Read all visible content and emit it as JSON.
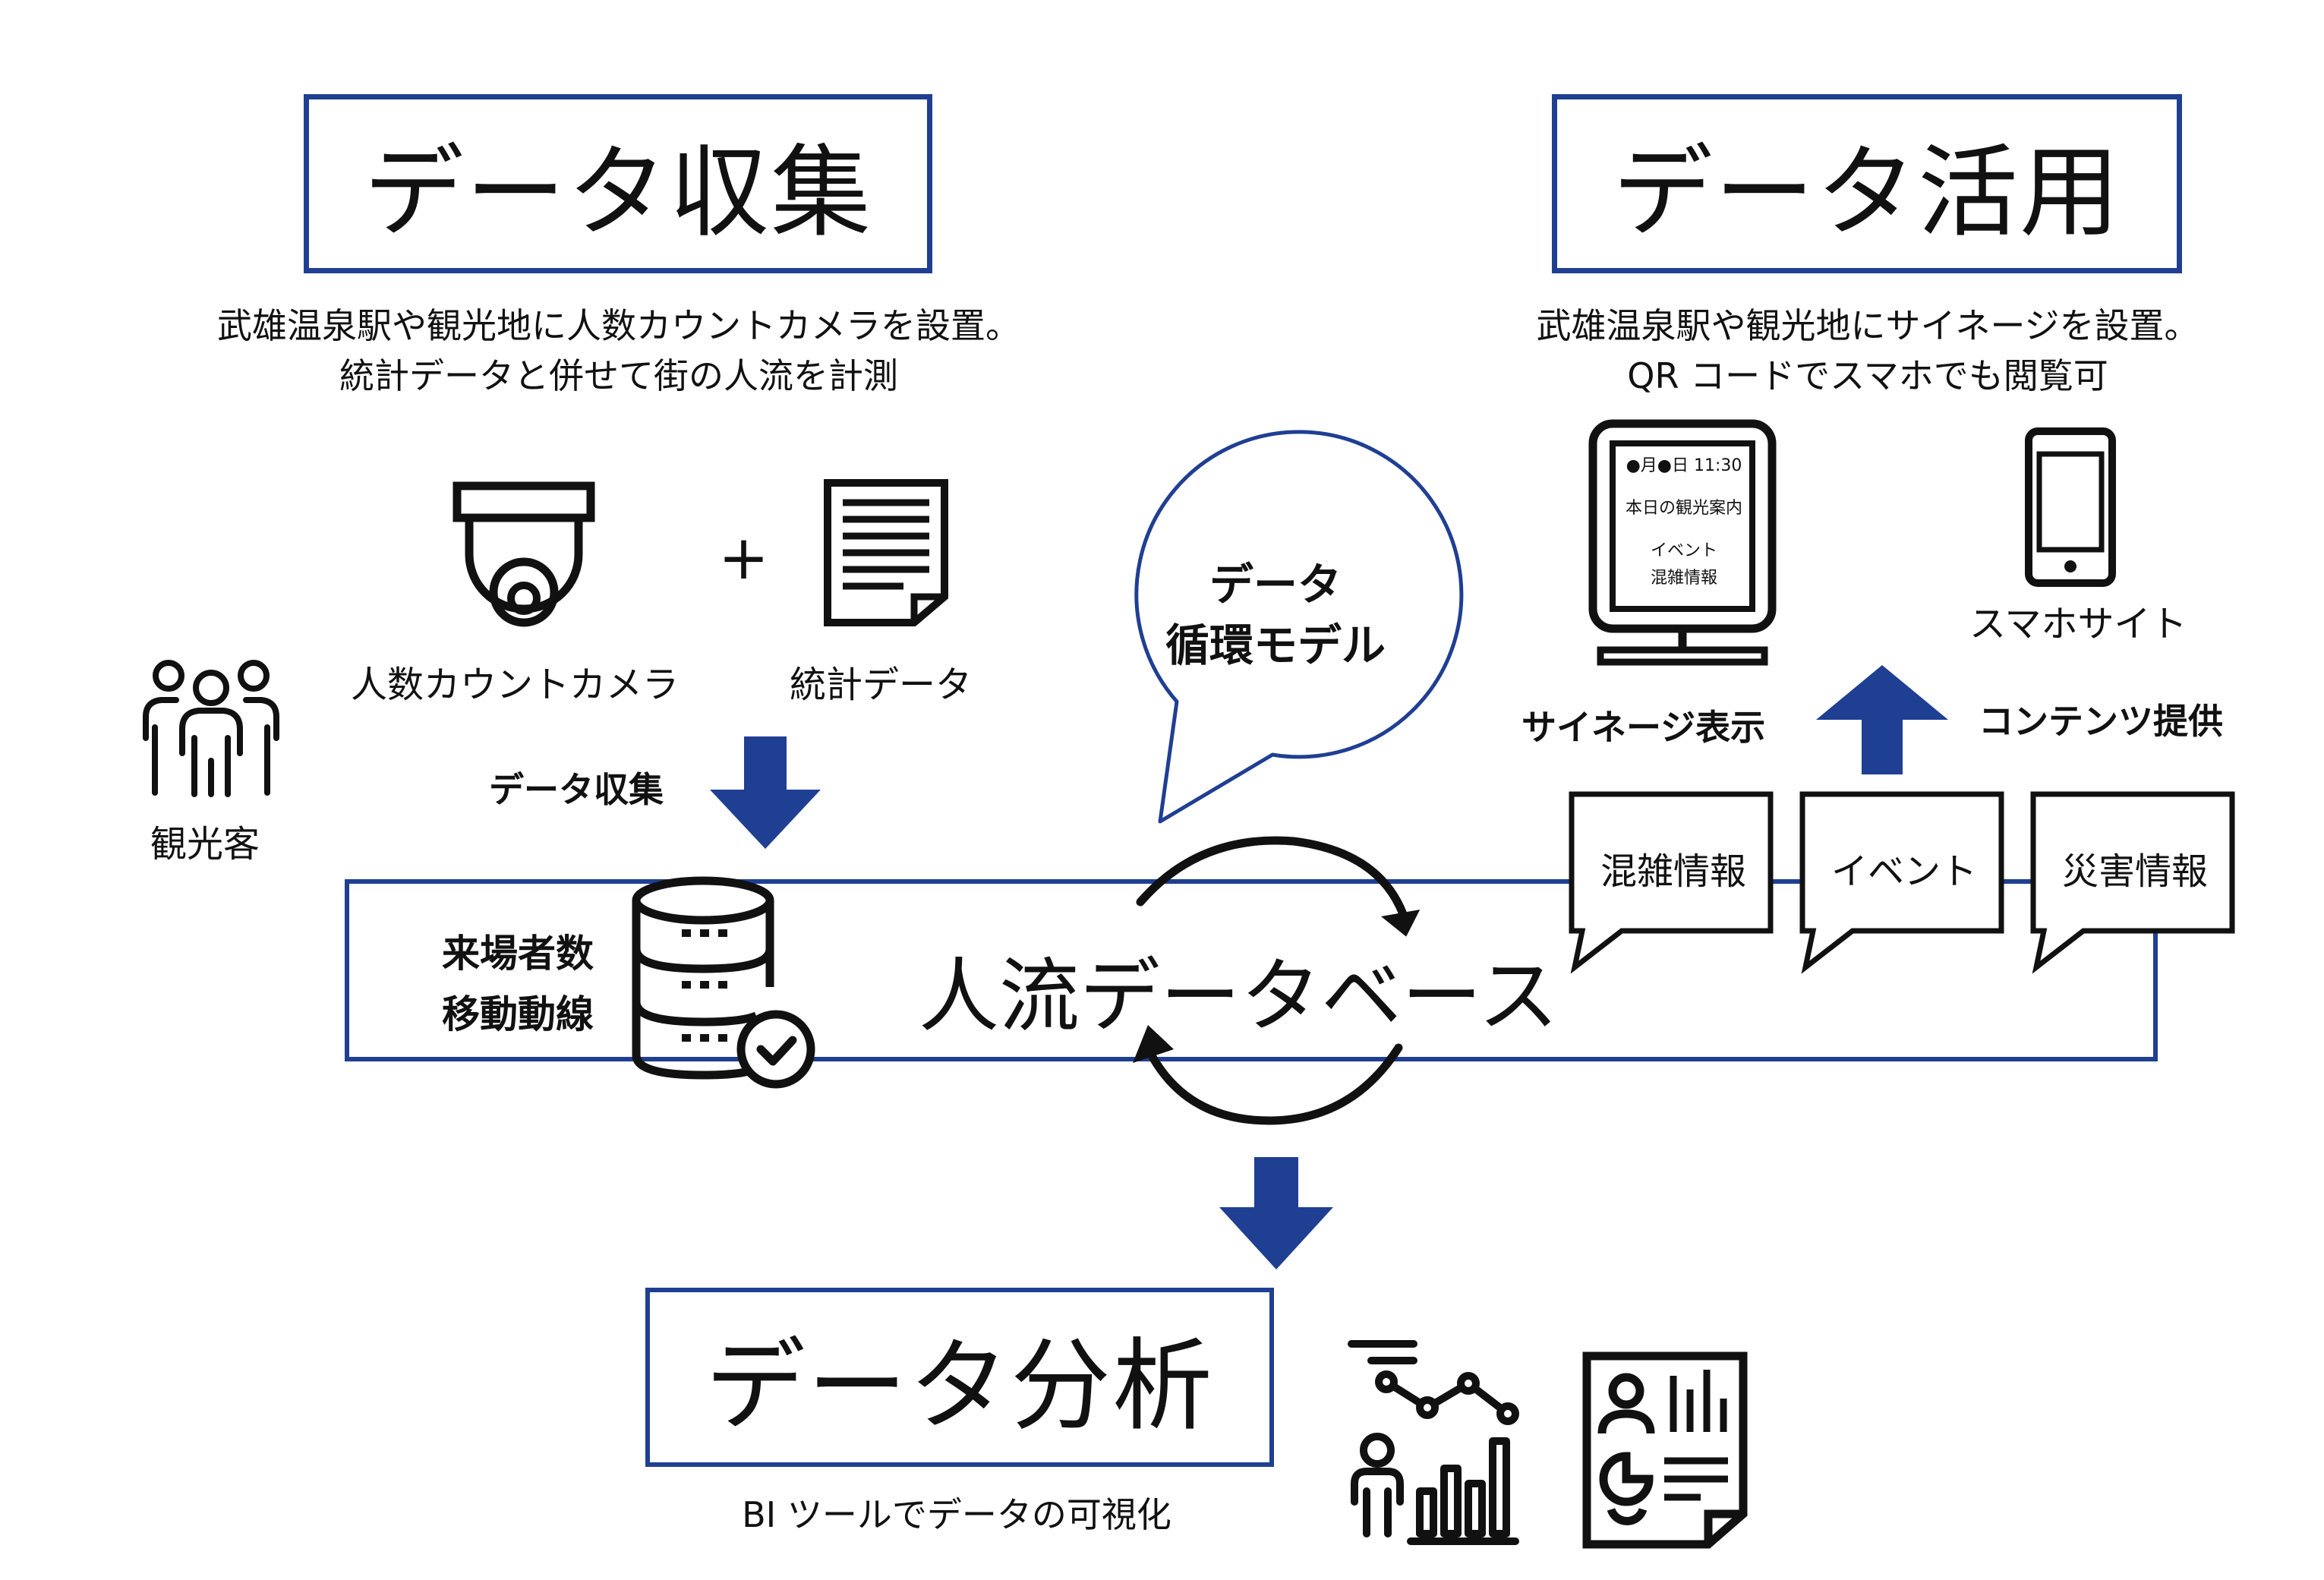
{
  "collect": {
    "title": "データ収集",
    "desc_line1": "武雄温泉駅や観光地に人数カウントカメラを設置。",
    "desc_line2": "統計データと併せて街の人流を計測",
    "camera_label": "人数カウントカメラ",
    "plus": "+",
    "stats_label": "統計データ",
    "tourists_label": "観光客",
    "arrow_label": "データ収集"
  },
  "utilize": {
    "title": "データ活用",
    "desc_line1": "武雄温泉駅や観光地にサイネージを設置。",
    "desc_line2": "QR コードでスマホでも閲覧可",
    "signage_screen_line1": "●月●日 11:30",
    "signage_screen_line2": "本日の観光案内",
    "signage_screen_line3": "イベント",
    "signage_screen_line4": "混雑情報",
    "signage_label": "サイネージ表示",
    "smartphone_label": "スマホサイト",
    "contents_label": "コンテンツ提供",
    "bubbles": [
      "混雑情報",
      "イベント",
      "災害情報"
    ]
  },
  "cycle": {
    "bubble_line1": "データ",
    "bubble_line2": "循環モデル"
  },
  "database": {
    "title": "人流データベース",
    "metric_line1": "来場者数",
    "metric_line2": "移動動線"
  },
  "analyze": {
    "title": "データ分析",
    "desc": "BI ツールでデータの可視化"
  },
  "colors": {
    "accent": "#1f3f93",
    "text": "#111111"
  }
}
